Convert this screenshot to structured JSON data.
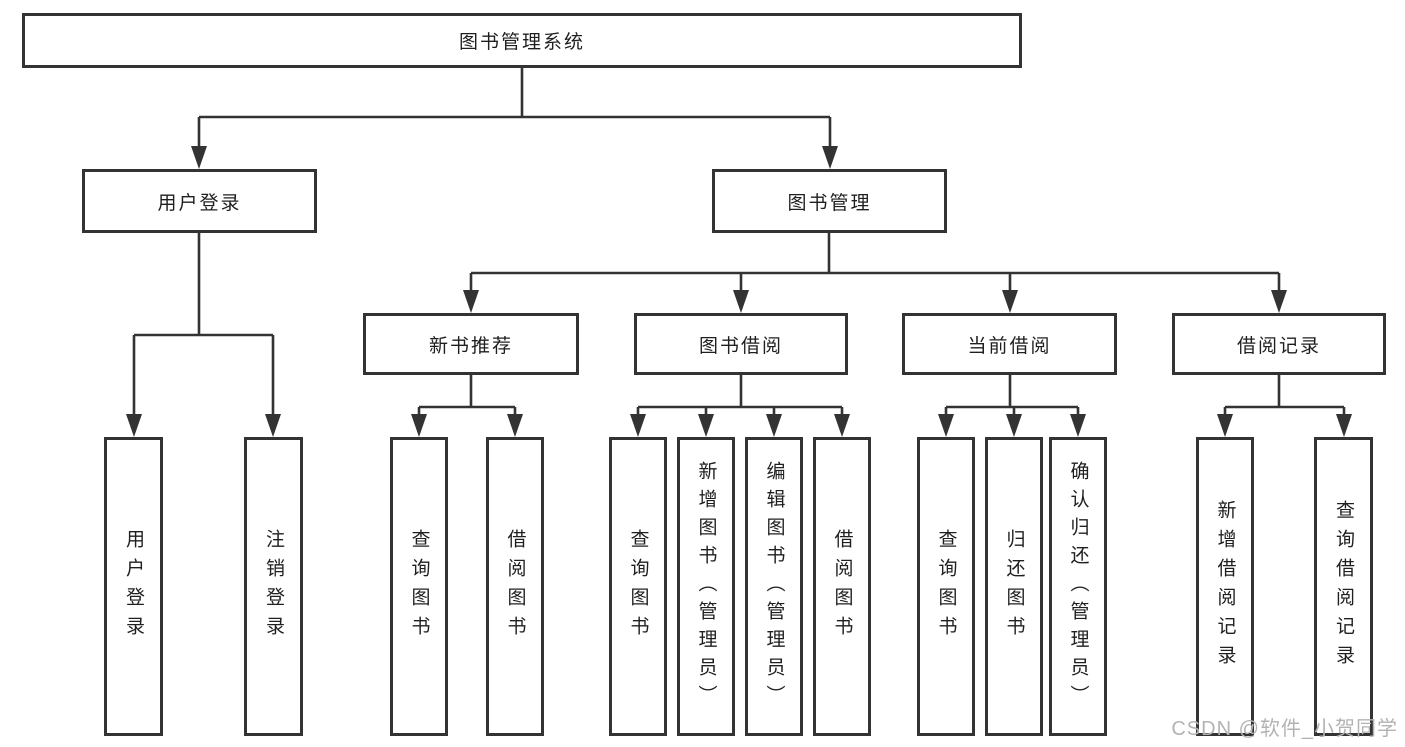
{
  "diagram": {
    "type": "hierarchy-tree",
    "watermark": "CSDN @软件_小贺同学",
    "colors": {
      "background": "#ffffff",
      "box_fill": "#ffffff",
      "box_border": "#333333",
      "line": "#333333",
      "text": "#1f1f1f",
      "watermark": "#b3b3b3"
    },
    "labels": {
      "root": "图书管理系统",
      "user_login": "用户登录",
      "book_mgmt": "图书管理",
      "new_book": "新书推荐",
      "book_borrow": "图书借阅",
      "current_borrow": "当前借阅",
      "borrow_record": "借阅记录",
      "leaf_login": "用户登录",
      "leaf_logout": "注销登录",
      "nb_query": "查询图书",
      "nb_borrow": "借阅图书",
      "bb_query": "查询图书",
      "bb_add": "新增图书（管理员）",
      "bb_edit": "编辑图书（管理员）",
      "bb_borrow": "借阅图书",
      "cb_query": "查询图书",
      "cb_return": "归还图书",
      "cb_confirm": "确认归还（管理员）",
      "br_add": "新增借阅记录",
      "br_query": "查询借阅记录"
    },
    "hierarchy": {
      "图书管理系统": {
        "用户登录": [
          "用户登录",
          "注销登录"
        ],
        "图书管理": {
          "新书推荐": [
            "查询图书",
            "借阅图书"
          ],
          "图书借阅": [
            "查询图书",
            "新增图书（管理员）",
            "编辑图书（管理员）",
            "借阅图书"
          ],
          "当前借阅": [
            "查询图书",
            "归还图书",
            "确认归还（管理员）"
          ],
          "借阅记录": [
            "新增借阅记录",
            "查询借阅记录"
          ]
        }
      }
    }
  }
}
